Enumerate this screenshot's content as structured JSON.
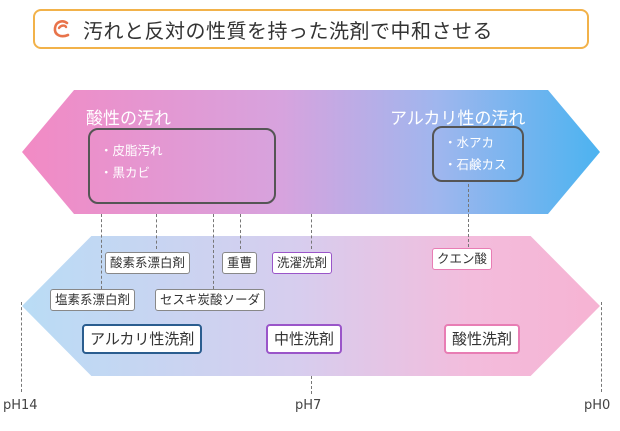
{
  "title": "汚れと反対の性質を持った洗剤で中和させる",
  "title_icon": "c-hook-icon",
  "acid_dirt": {
    "label": "酸性の汚れ",
    "items": [
      "・皮脂汚れ",
      "・黒カビ"
    ]
  },
  "alkaline_dirt": {
    "label": "アルカリ性の汚れ",
    "items": [
      "・水アカ",
      "・石鹸カス"
    ]
  },
  "agents": {
    "sodium_percarbonate": "酸素系漂白剤",
    "baking_soda": "重曹",
    "laundry_detergent": "洗濯洗剤",
    "citric_acid": "クエン酸",
    "chlorine_bleach": "塩素系漂白剤",
    "sesquicarbonate": "セスキ炭酸ソーダ"
  },
  "categories": {
    "alkaline": "アルカリ性洗剤",
    "neutral": "中性洗剤",
    "acidic": "酸性洗剤"
  },
  "axis": {
    "left": "pH14",
    "middle": "pH7",
    "right": "pH0"
  },
  "colors": {
    "title_border": "#f2b24a",
    "title_icon": "#e8734a",
    "acid_pink": "#f28ac4",
    "alkaline_blue": "#4cb3f0",
    "alkaline_cat_border": "#2a5d8f",
    "neutral_cat_border": "#9a55c9",
    "acidic_cat_border": "#e87db4"
  }
}
